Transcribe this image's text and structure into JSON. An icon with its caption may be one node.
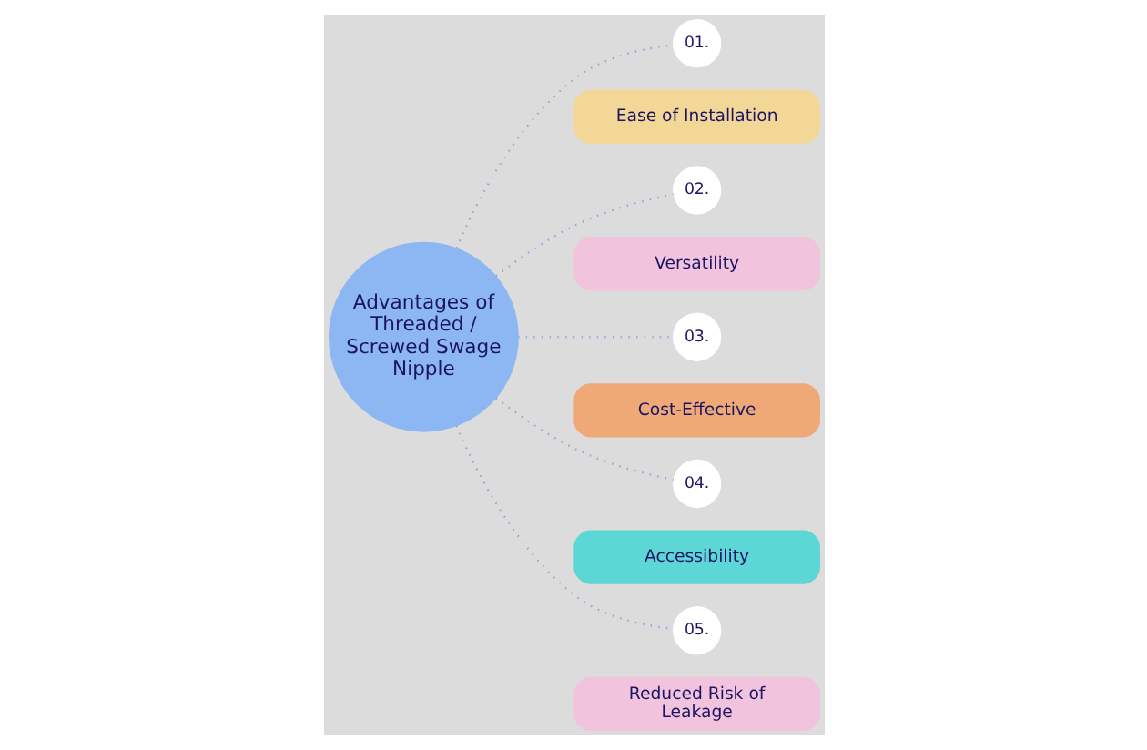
{
  "diagram": {
    "nodes": [
      {
        "text": [
          "Advantages of Threaded / Screwed Swage Nipple"
        ]
      },
      {
        "text": [
          "01."
        ]
      },
      {
        "text": [
          "Ease of Installation"
        ]
      },
      {
        "text": [
          "02."
        ]
      },
      {
        "text": [
          "Versatility"
        ]
      },
      {
        "text": [
          "03."
        ]
      },
      {
        "text": [
          "Cost-Effective"
        ]
      },
      {
        "text": [
          "04."
        ]
      },
      {
        "text": [
          "Accessibility"
        ]
      },
      {
        "text": [
          "05."
        ]
      },
      {
        "text": [
          "Reduced Risk of Leakage"
        ]
      }
    ],
    "edges": [
      {
        "from": 0,
        "to": 1,
        "arrow": "none",
        "style": "dashed"
      },
      {
        "from": 0,
        "to": 3,
        "arrow": "none",
        "style": "dashed"
      },
      {
        "from": 0,
        "to": 5,
        "arrow": "none",
        "style": "dashed"
      },
      {
        "from": 0,
        "to": 7,
        "arrow": "none",
        "style": "dashed"
      },
      {
        "from": 0,
        "to": 9,
        "arrow": "none",
        "style": "dashed"
      }
    ]
  }
}
